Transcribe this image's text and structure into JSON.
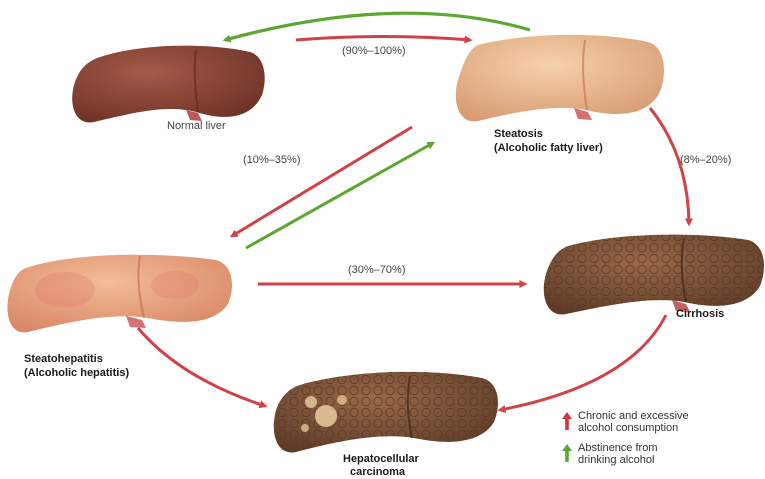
{
  "stages": {
    "normal": {
      "label": "Normal liver"
    },
    "steatosis": {
      "label": "Steatosis",
      "sublabel": "(Alcoholic fatty liver)"
    },
    "steatohepatitis": {
      "label": "Steatohepatitis",
      "sublabel": "(Alcoholic hepatitis)"
    },
    "cirrhosis": {
      "label": "Cirrhosis"
    },
    "carcinoma": {
      "label": "Hepatocellular",
      "sublabel": "carcinoma"
    }
  },
  "transitions": {
    "normal_to_steatosis": "(90%–100%)",
    "steatosis_to_steatohepatitis": "(10%–35%)",
    "steatosis_to_cirrhosis": "(8%–20%)",
    "steatohepatitis_to_cirrhosis": "(30%–70%)"
  },
  "legend": {
    "red": {
      "text": "Chronic and excessive\nalcohol consumption",
      "color": "#c8383c"
    },
    "green": {
      "text": "Abstinence from\ndrinking alcohol",
      "color": "#5aa832"
    }
  },
  "colors": {
    "red_arrow": "#cf4348",
    "green_arrow": "#5aa832",
    "normal_liver": "#8e4a3c",
    "fatty_liver": "#e8b58e",
    "hepatitis_liver": "#e8a07f",
    "cirrhotic_liver": "#7a5038",
    "carcinoma_liver": "#82583c"
  }
}
